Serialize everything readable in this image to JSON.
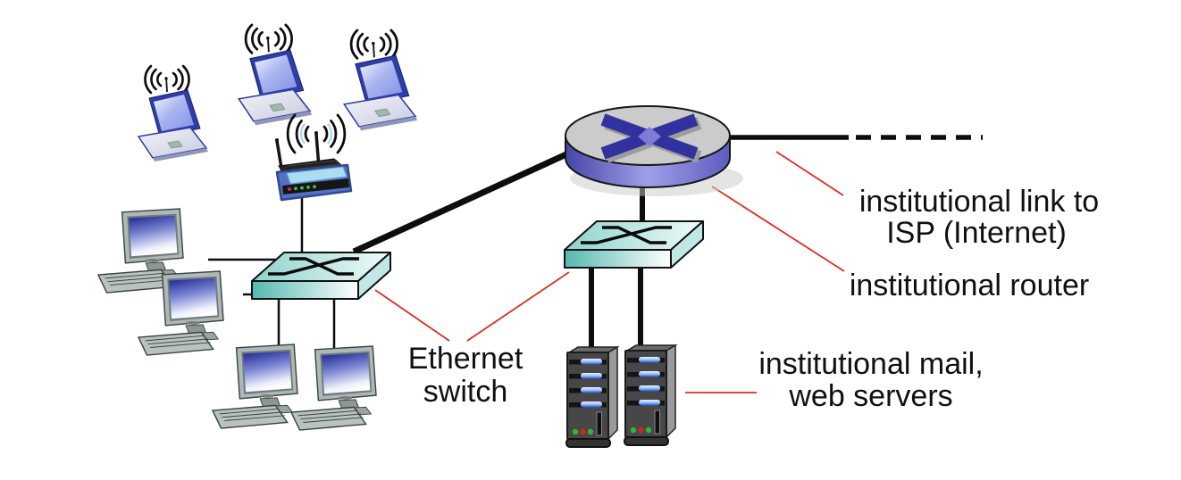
{
  "labels": {
    "ethernet_switch": {
      "line1": "Ethernet",
      "line2": "switch"
    },
    "isp_link": {
      "line1": "institutional link to",
      "line2": "ISP (Internet)"
    },
    "institutional_router": "institutional router",
    "mail_web_servers": {
      "line1": "institutional mail,",
      "line2": "web servers"
    }
  },
  "nodes": [
    {
      "id": "wireless-laptops",
      "icon": "laptop-icon",
      "count": 3
    },
    {
      "id": "wireless-access-point",
      "icon": "wireless-router-icon",
      "count": 1
    },
    {
      "id": "desktop-pcs",
      "icon": "desktop-pc-icon",
      "count": 4
    },
    {
      "id": "ethernet-switches",
      "icon": "ethernet-switch-icon",
      "count": 2
    },
    {
      "id": "institutional-router",
      "icon": "router-icon",
      "count": 1
    },
    {
      "id": "mail-web-servers",
      "icon": "server-tower-icon",
      "count": 2
    }
  ],
  "colors": {
    "leader_line": "#e02b20",
    "cable": "#0d0d0d",
    "router_top": "#cbcbcb",
    "router_band": "#5a5ac0",
    "router_x": "#32329e",
    "switch_teal": "#8fd2cc",
    "server_led_blue": "#2a59d8",
    "text": "#101010"
  }
}
